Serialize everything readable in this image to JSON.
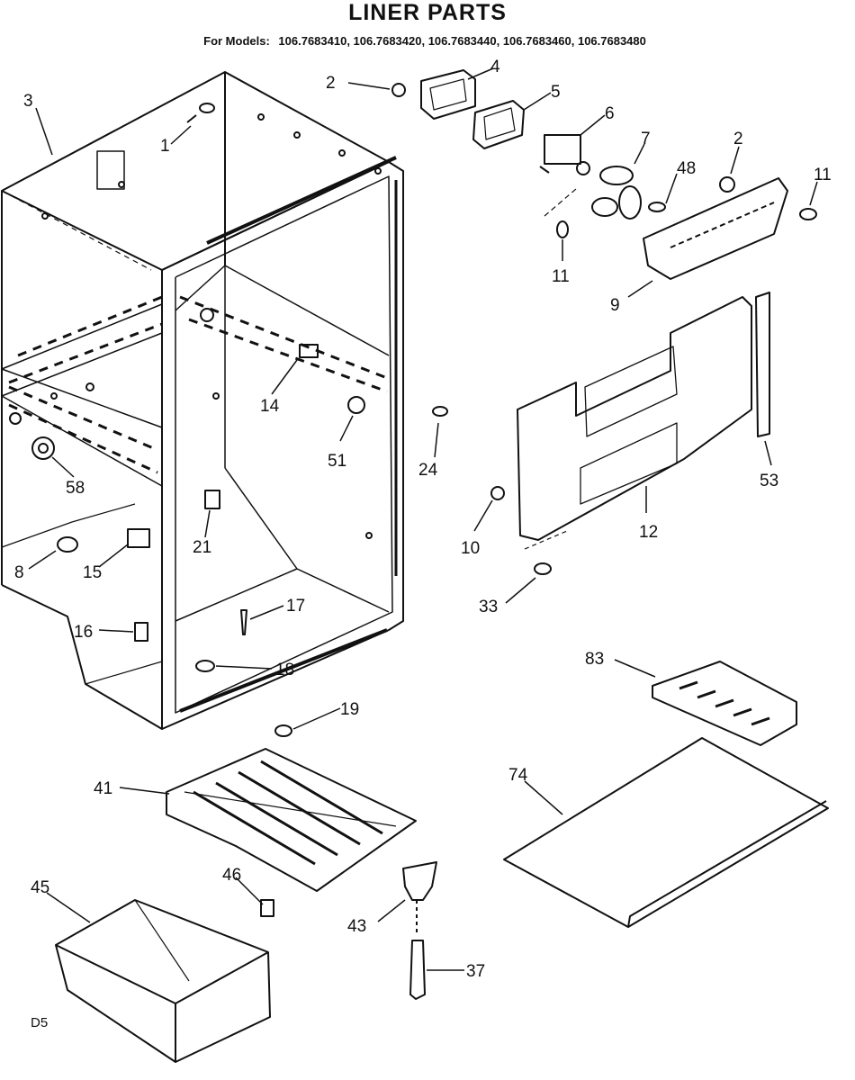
{
  "title": "LINER PARTS",
  "subtitle": {
    "prefix": "For Models:",
    "models": "106.7683410, 106.7683420, 106.7683440, 106.7683460, 106.7683480"
  },
  "callouts": [
    "1",
    "2",
    "3",
    "4",
    "5",
    "6",
    "7",
    "48",
    "2",
    "11",
    "11",
    "9",
    "53",
    "12",
    "10",
    "33",
    "14",
    "51",
    "24",
    "58",
    "21",
    "8",
    "15",
    "17",
    "16",
    "18",
    "19",
    "83",
    "74",
    "41",
    "46",
    "45",
    "43",
    "37"
  ],
  "diagram_code": "D5",
  "colors": {
    "line": "#111111",
    "background": "#ffffff"
  }
}
